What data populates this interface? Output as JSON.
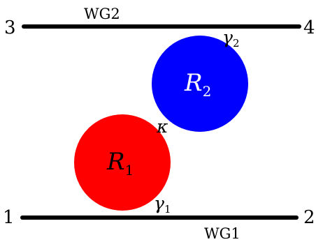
{
  "colors": {
    "waveguide": "#000000",
    "ring1_fill": "#ff0000",
    "ring2_fill": "#0000ff",
    "ring1_text": "#000000",
    "ring2_text": "#ffffff",
    "background": "#ffffff"
  },
  "waveguides": {
    "top": {
      "label": "WG2",
      "port_left": "3",
      "port_right": "4"
    },
    "bottom": {
      "label": "WG1",
      "port_left": "1",
      "port_right": "2"
    }
  },
  "rings": {
    "ring1": {
      "symbol": "R",
      "subscript": "1"
    },
    "ring2": {
      "symbol": "R",
      "subscript": "2"
    }
  },
  "couplings": {
    "gamma1": {
      "symbol": "γ",
      "subscript": "1"
    },
    "gamma2": {
      "symbol": "γ",
      "subscript": "2"
    },
    "kappa": {
      "symbol": "κ"
    }
  }
}
